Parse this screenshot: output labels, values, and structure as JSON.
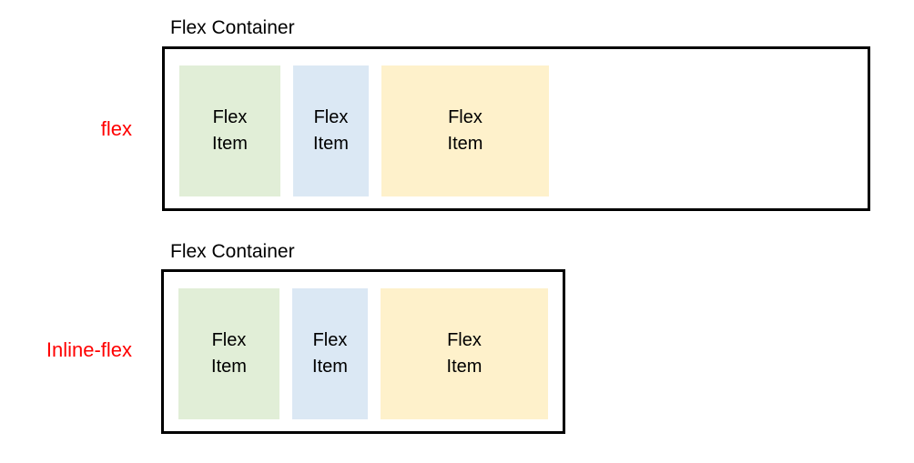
{
  "colors": {
    "item_green": "#E1EED7",
    "item_blue": "#DBE8F4",
    "item_yellow": "#FEF1CB",
    "label_red": "#FF0000",
    "container_border": "#000000"
  },
  "sections": [
    {
      "label": "flex",
      "container_title": "Flex Container",
      "items": [
        {
          "label": "Flex\nItem"
        },
        {
          "label": "Flex\nItem"
        },
        {
          "label": "Flex\nItem"
        }
      ]
    },
    {
      "label": "Inline-flex",
      "container_title": "Flex Container",
      "items": [
        {
          "label": "Flex\nItem"
        },
        {
          "label": "Flex\nItem"
        },
        {
          "label": "Flex\nItem"
        }
      ]
    }
  ]
}
